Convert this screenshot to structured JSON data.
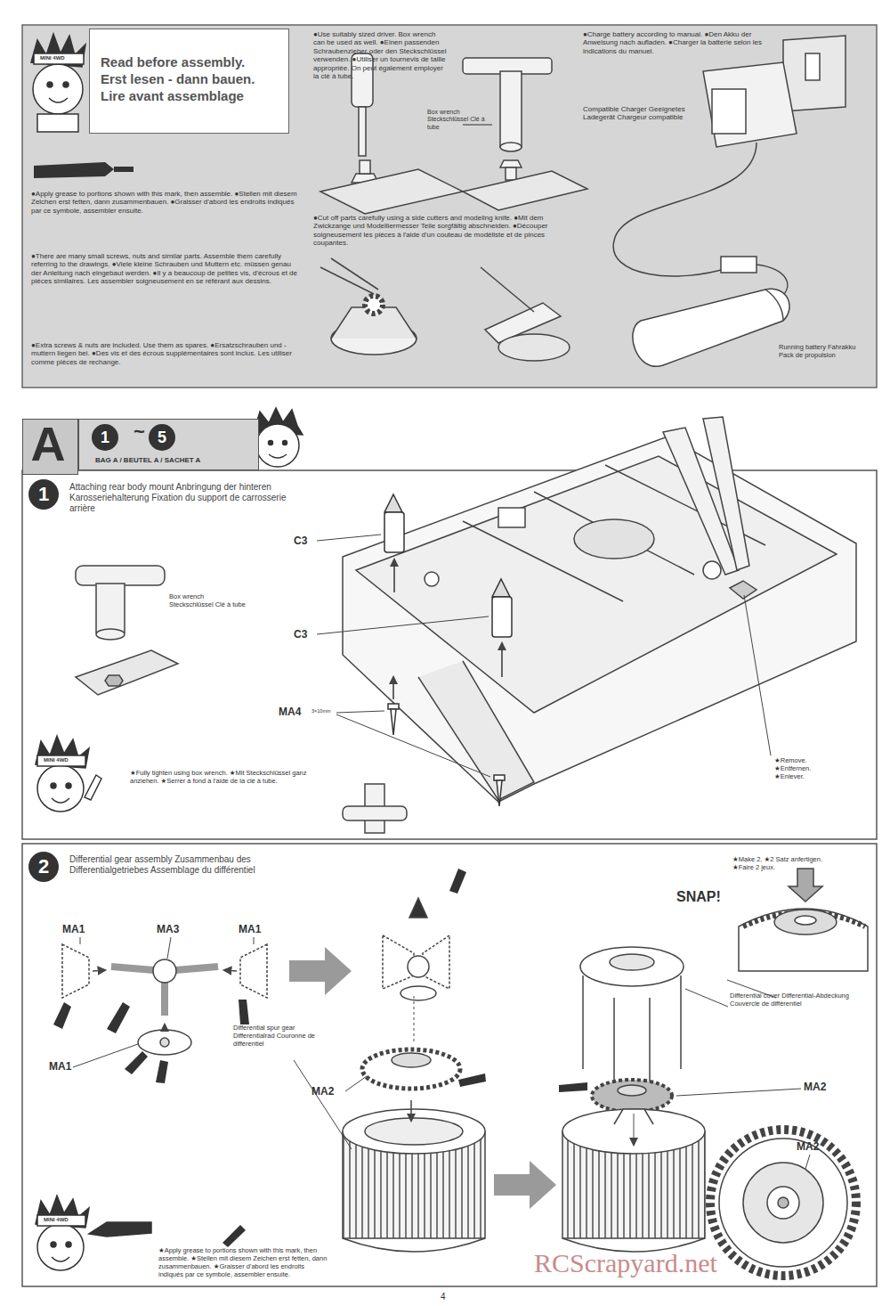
{
  "diagram": {
    "nodes": [
      {
        "text": [
          "Read before assembly.",
          "Erst lesen - dann bauen.",
          "Lire avant assemblage"
        ]
      },
      {
        "text": [
          "A"
        ]
      },
      {
        "text": [
          "BAG A / BEUTEL A / SACHET A"
        ]
      },
      {
        "text": [
          "1"
        ],
        "in": 2
      },
      {
        "text": [
          "5"
        ],
        "in": 2
      },
      {
        "text": [
          "1",
          "Attaching rear body mount Anbringung der hinteren Karosseriehalterung Fixation du support de carrosserie arrière"
        ]
      },
      {
        "text": [
          "2",
          "Differential gear assembly Zusammenbau des Differentialgetriebes Assemblage du différentiel"
        ]
      }
    ],
    "labels": [
      "●Apply grease to portions shown with this mark, then assemble. ●Stellen mit diesem Zeichen erst fetten, dann zusammenbauen. ●Graisser d'abord les endroits indiqués par ce symbole, assembler ensuite.",
      "●There are many small screws, nuts and similar parts. Assemble them carefully referring to the drawings. ●Viele kleine Schrauben und Muttern etc. müssen genau der Anleitung nach eingebaut werden. ●Il y a beaucoup de petites vis, d'écrous et de pièces similaires. Les assembler soigneusement en se référant aux dessins.",
      "●Extra screws & nuts are included. Use them as spares. ●Ersatzschrauben und -muttern liegen bei. ●Des vis et des écrous supplémentaires sont inclus. Les utiliser comme pièces de rechange.",
      "●Use suitably sized driver. Box wrench can be used as well. ●Einen passenden Schraubenzieher oder den Steckschlüssel verwenden. ●Utiliser un tournevis de taille appropriée. On peut également employer la clé à tube.",
      "Box wrench Steckschlüssel Clé à tube",
      "●Cut off parts carefully using a side cutters and modeling knife. ●Mit dem Zwickzange und Modelliermesser Teile sorgfältig abschneiden. ●Découper soigneusement les pièces à l'aide d'un couteau de modéliste et de pinces coupantes.",
      "●Charge battery according to manual. ●Den Akku der Anweisung nach aufladen. ●Charger la batterie selon les indications du manuel.",
      "Compatible Charger Geeignetes Ladegerät Chargeur compatible",
      "Running battery Fahrakku Pack de propulsion",
      "MINI 4WD",
      "~",
      "Box wrench Steckschlüssel Clé à tube",
      "C3",
      "C3",
      "MA4",
      "3×10mm",
      "★Fully tighten using box wrench. ★Mit Steckschlüssel ganz anziehen. ★Serrer à fond à l'aide de la clé à tube.",
      "MINI 4WD",
      "★Remove. ★Entfernen. ★Enlever.",
      "★Make 2. ★2 Satz anfertigen. ★Faire 2 jeux.",
      "MA1",
      "MA3",
      "MA1",
      "MA1",
      "MA2",
      "MA2",
      "MA2",
      "SNAP!",
      "Differential cover Differential-Abdeckung Couvercle de différentiel",
      "Differential spur gear Differentialrad Couronne de différentiel",
      "★Apply grease to portions shown with this mark, then assemble. ★Stellen mit diesem Zeichen erst fetten, dann zusammenbauen. ★Graisser d'abord les endroits indiqués par ce symbole, assembler ensuite.",
      "MINI 4WD",
      "4",
      "RCScrapyard.net"
    ]
  }
}
